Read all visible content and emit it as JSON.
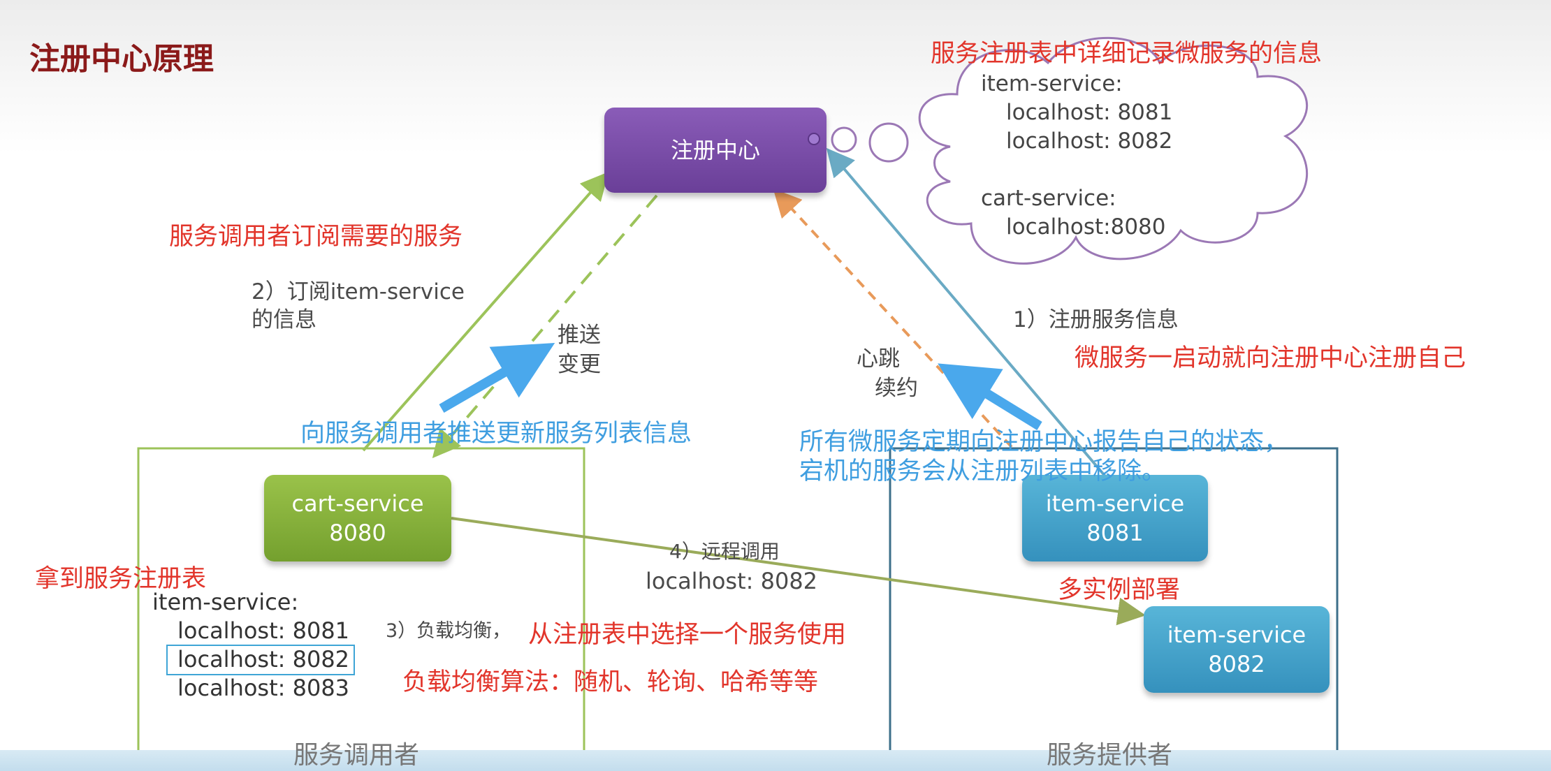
{
  "title": "注册中心原理",
  "nodes": {
    "registry": "注册中心",
    "cart_name": "cart-service",
    "cart_port": "8080",
    "item1_name": "item-service",
    "item1_port": "8081",
    "item2_name": "item-service",
    "item2_port": "8082"
  },
  "cloud": {
    "heading": "服务注册表中详细记录微服务的信息",
    "lines": [
      "item-service:",
      "localhost: 8081",
      "localhost: 8082",
      "",
      "cart-service:",
      "localhost:8080"
    ]
  },
  "annotations": {
    "subscribe_note": "服务调用者订阅需要的服务",
    "subscribe_step_1": "2）订阅item-service",
    "subscribe_step_2": "的信息",
    "push_1": "推送",
    "push_2": "变更",
    "push_note": "向服务调用者推送更新服务列表信息",
    "heartbeat_1": "心跳",
    "heartbeat_2": "续约",
    "register_step": "1）注册服务信息",
    "register_note": "微服务一启动就向注册中心注册自己",
    "report_note_1": "所有微服务定期向注册中心报告自己的状态，",
    "report_note_2": "宕机的服务会从注册列表中移除。",
    "fetch_note": "拿到服务注册表",
    "remote_call": "4）远程调用",
    "remote_target": "localhost: 8082",
    "multi_instance": "多实例部署",
    "lb_step": "3）负载均衡，",
    "lb_note": "从注册表中选择一个服务使用",
    "lb_algorithms": "负载均衡算法：随机、轮询、哈希等等"
  },
  "consumer_list": [
    "item-service:",
    "localhost: 8081",
    "localhost: 8082",
    "localhost: 8083"
  ],
  "box_labels": {
    "consumer": "服务调用者",
    "provider": "服务提供者"
  },
  "colors": {
    "registry": "#7a4fa8",
    "cart": "#86b03c",
    "item": "#45a3cc",
    "annotation_red": "#e2352b",
    "annotation_blue": "#3f9ee0",
    "consumer_box": "#9cc35a",
    "provider_box": "#3d6f8a"
  }
}
